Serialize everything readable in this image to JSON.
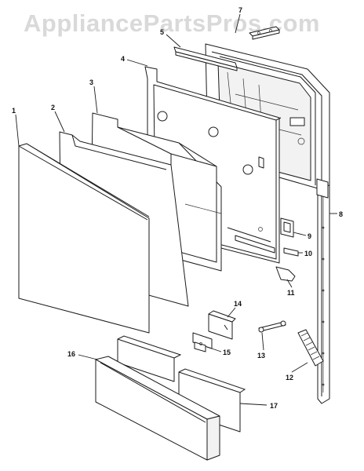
{
  "watermark": {
    "text": "AppliancePartsPros.com"
  },
  "callouts": {
    "p1": "1",
    "p2": "2",
    "p3": "3",
    "p4": "4",
    "p5": "5",
    "p7": "7",
    "p8": "8",
    "p9": "9",
    "p10": "10",
    "p11": "11",
    "p12": "12",
    "p13": "13",
    "p14": "14",
    "p15": "15",
    "p16": "16",
    "p17": "17"
  }
}
